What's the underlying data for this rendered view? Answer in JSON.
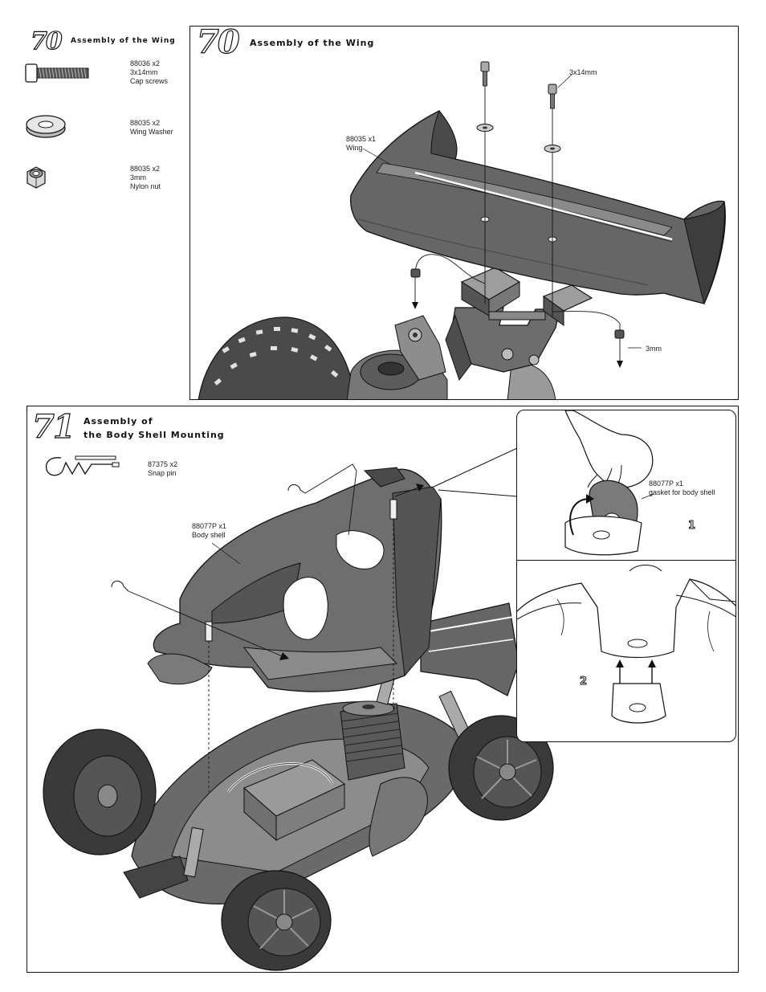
{
  "step70": {
    "number": "70",
    "title": "Assembly of the Wing",
    "parts": [
      {
        "code": "88036  x2",
        "line2": "3x14mm",
        "line3": "Cap screws",
        "icon": "cap-screw-icon"
      },
      {
        "code": "88035  x2",
        "line2": "Wing Washer",
        "line3": "",
        "icon": "wing-washer-icon"
      },
      {
        "code": "88035  x2",
        "line2": "3mm",
        "line3": "Nylon nut",
        "icon": "nylon-nut-icon"
      }
    ],
    "diagram": {
      "title": "Assembly of the Wing",
      "screw_label": "3x14mm",
      "wing_label_1": "88035  x1",
      "wing_label_2": "Wing",
      "nut_label": "3mm"
    }
  },
  "step71": {
    "number": "71",
    "title_line1": "Assembly of",
    "title_line2": "the Body Shell Mounting",
    "part": {
      "code": "87375  x2",
      "line2": "Snap pin",
      "icon": "snap-pin-icon"
    },
    "body_label_1": "88077P  x1",
    "body_label_2": "Body shell",
    "gasket_label_1": "88077P  x1",
    "gasket_label_2": "gasket for body shell",
    "substep1": "1",
    "substep2": "2"
  },
  "colors": {
    "ink": "#111111",
    "gray_dark": "#5a5a5a",
    "gray_mid": "#8a8a8a",
    "gray_light": "#c8c8c8"
  }
}
